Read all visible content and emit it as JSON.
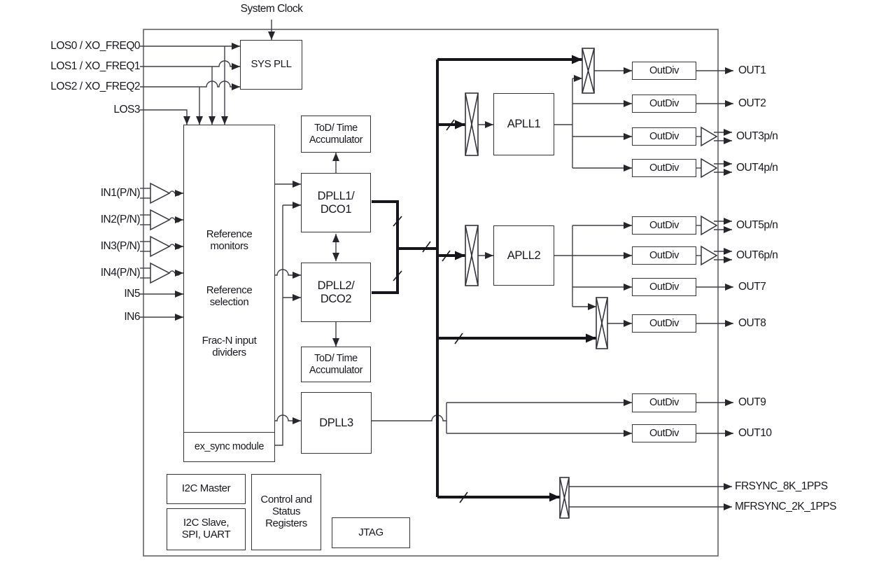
{
  "colors": {
    "background": "#ffffff",
    "thin_wire": "#3f3f46",
    "thick_wire": "#15151b",
    "box_border": "#33333b",
    "chip_outline": "#6b6b73",
    "text": "#17171f"
  },
  "top": {
    "system_clock": "System Clock"
  },
  "left_pins": [
    {
      "id": "los0",
      "label": "LOS0 / XO_FREQ0"
    },
    {
      "id": "los1",
      "label": "LOS1 / XO_FREQ1"
    },
    {
      "id": "los2",
      "label": "LOS2 / XO_FREQ2"
    },
    {
      "id": "los3",
      "label": "LOS3"
    },
    {
      "id": "in1",
      "label": "IN1(P/N)"
    },
    {
      "id": "in2",
      "label": "IN2(P/N)"
    },
    {
      "id": "in3",
      "label": "IN3(P/N)"
    },
    {
      "id": "in4",
      "label": "IN4(P/N)"
    },
    {
      "id": "in5",
      "label": "IN5"
    },
    {
      "id": "in6",
      "label": "IN6"
    }
  ],
  "right_pins": [
    {
      "id": "out1",
      "label": "OUT1"
    },
    {
      "id": "out2",
      "label": "OUT2"
    },
    {
      "id": "out3",
      "label": "OUT3p/n"
    },
    {
      "id": "out4",
      "label": "OUT4p/n"
    },
    {
      "id": "out5",
      "label": "OUT5p/n"
    },
    {
      "id": "out6",
      "label": "OUT6p/n"
    },
    {
      "id": "out7",
      "label": "OUT7"
    },
    {
      "id": "out8",
      "label": "OUT8"
    },
    {
      "id": "out9",
      "label": "OUT9"
    },
    {
      "id": "out10",
      "label": "OUT10"
    },
    {
      "id": "frsync",
      "label": "FRSYNC_8K_1PPS"
    },
    {
      "id": "mfrsync",
      "label": "MFRSYNC_2K_1PPS"
    }
  ],
  "blocks": {
    "sys_pll": "SYS PLL",
    "reference_monitors": "Reference monitors",
    "reference_selection": "Reference selection",
    "frac_n": "Frac-N input dividers",
    "ex_sync": "ex_sync module",
    "tod_line1": "ToD/ Time",
    "tod_line2": "Accumulator",
    "dpll1_line1": "DPLL1/",
    "dpll1_line2": "DCO1",
    "dpll2_line1": "DPLL2/",
    "dpll2_line2": "DCO2",
    "dpll3": "DPLL3",
    "apll1": "APLL1",
    "apll2": "APLL2",
    "outdiv": "OutDiv",
    "i2c_master": "I2C Master",
    "i2c_slave_line1": "I2C Slave,",
    "i2c_slave_line2": "SPI, UART",
    "csr_line1": "Control and",
    "csr_line2": "Status",
    "csr_line3": "Registers",
    "jtag": "JTAG"
  }
}
